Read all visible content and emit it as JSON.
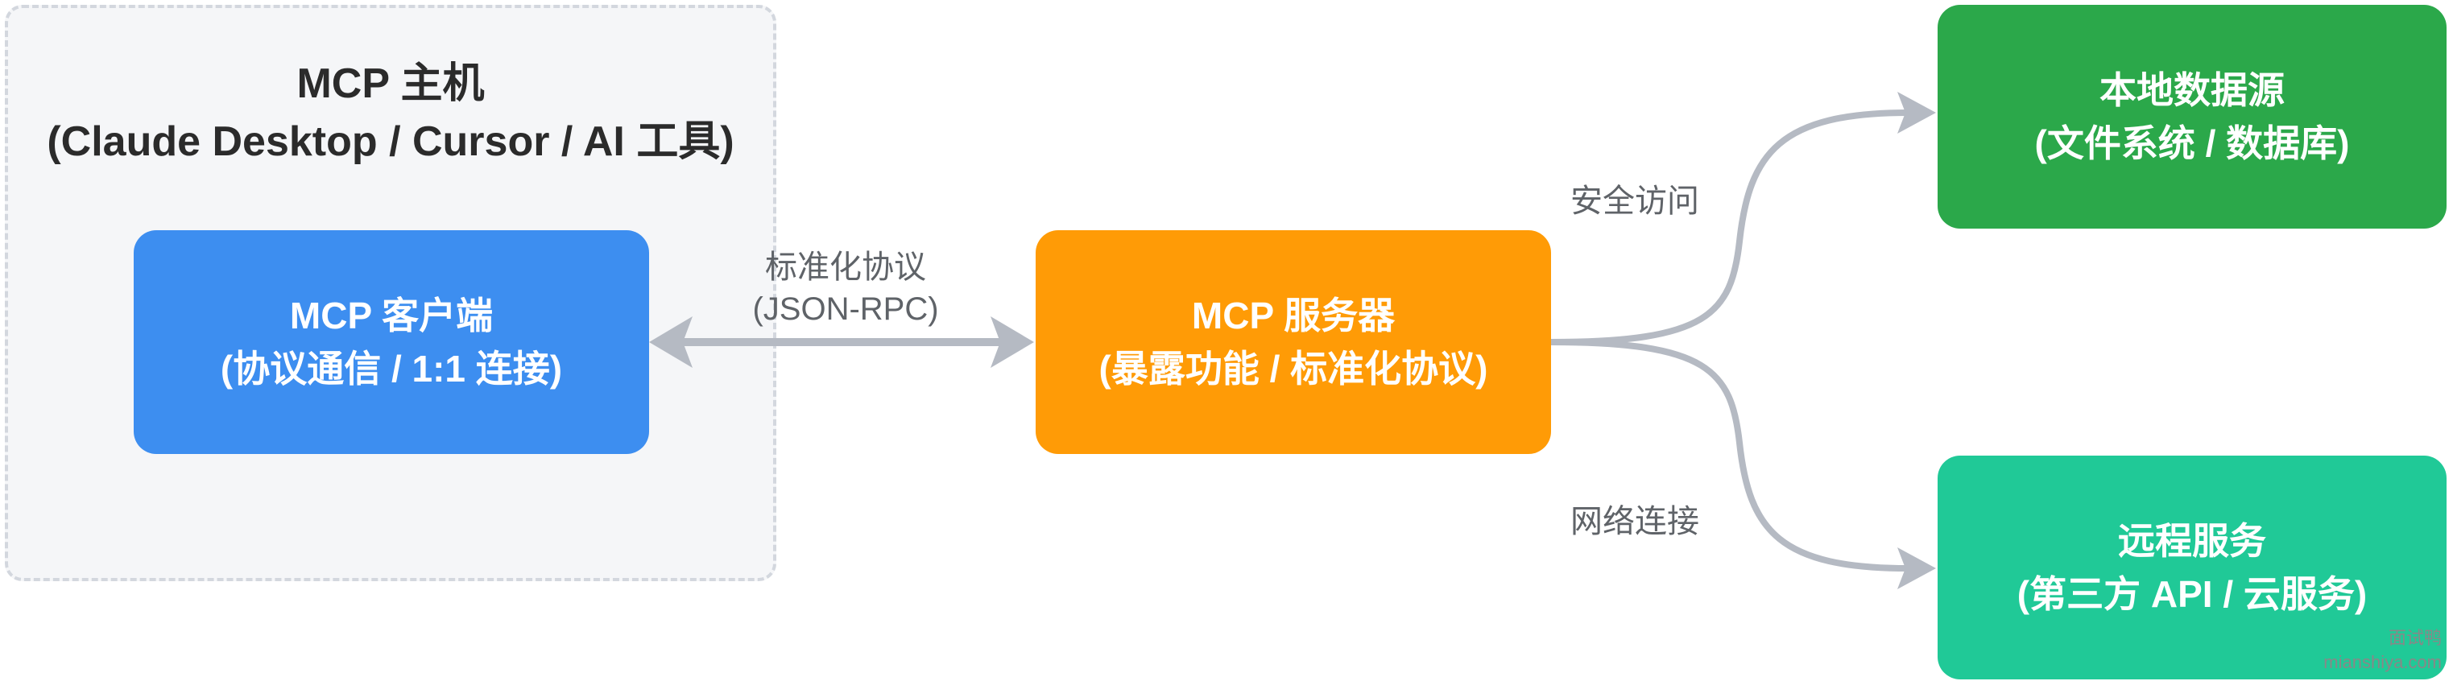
{
  "host": {
    "title": "MCP 主机",
    "subtitle": "(Claude Desktop / Cursor / AI 工具)"
  },
  "client": {
    "title": "MCP 客户端",
    "subtitle": "(协议通信 / 1:1 连接)"
  },
  "server": {
    "title": "MCP 服务器",
    "subtitle": "(暴露功能 / 标准化协议)"
  },
  "local_source": {
    "title": "本地数据源",
    "subtitle": "(文件系统 / 数据库)"
  },
  "remote_service": {
    "title": "远程服务",
    "subtitle": "(第三方 API / 云服务)"
  },
  "edges": {
    "client_server_label": "标准化协议",
    "client_server_sub": "(JSON-RPC)",
    "server_local_label": "安全访问",
    "server_remote_label": "网络连接"
  },
  "watermark": {
    "line1": "面试鸭",
    "line2": "mianshiya.com"
  },
  "colors": {
    "client": "#3d8ef0",
    "server": "#ff9b06",
    "local": "#2ba84a",
    "remote": "#20c997",
    "edge": "#b5bac3"
  }
}
